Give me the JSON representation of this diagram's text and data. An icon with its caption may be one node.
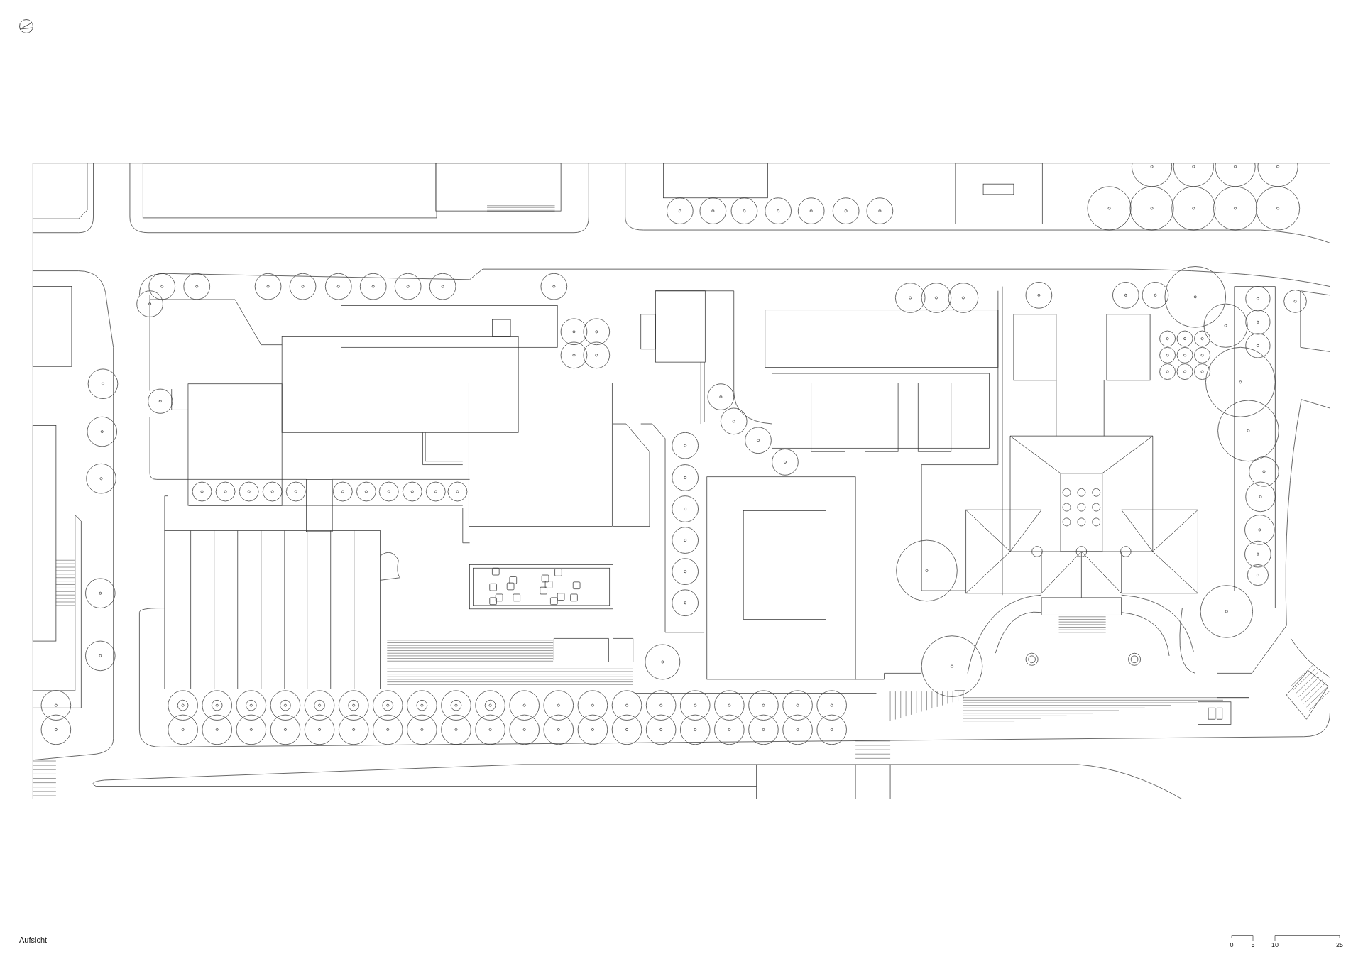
{
  "diagram": {
    "caption": "Aufsicht",
    "labels": [
      "0",
      "5",
      "10",
      "25"
    ]
  }
}
